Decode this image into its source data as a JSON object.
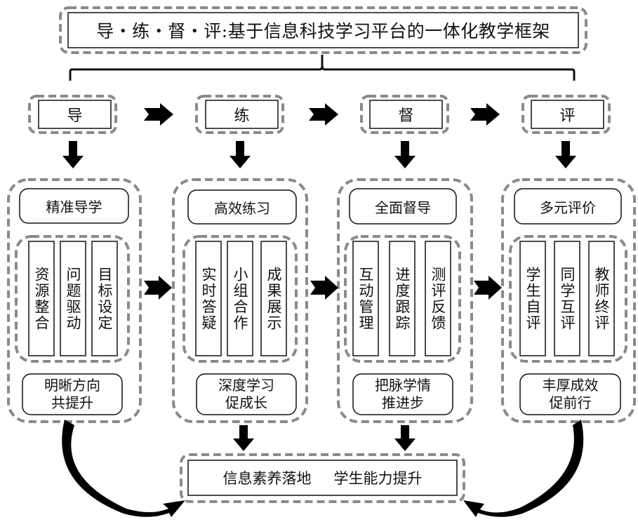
{
  "title": "导・练・督・评:基于信息科技学习平台的一体化教学框架",
  "stages": [
    {
      "label": "导",
      "heading": "精准导学",
      "items": [
        "资源整合",
        "问题驱动",
        "目标设定"
      ],
      "outcome_line1": "明晰方向",
      "outcome_line2": "共提升"
    },
    {
      "label": "练",
      "heading": "高效练习",
      "items": [
        "实时答疑",
        "小组合作",
        "成果展示"
      ],
      "outcome_line1": "深度学习",
      "outcome_line2": "促成长"
    },
    {
      "label": "督",
      "heading": "全面督导",
      "items": [
        "互动管理",
        "进度跟踪",
        "测评反馈"
      ],
      "outcome_line1": "把脉学情",
      "outcome_line2": "推进步"
    },
    {
      "label": "评",
      "heading": "多元评价",
      "items": [
        "学生自评",
        "同学互评",
        "教师终评"
      ],
      "outcome_line1": "丰厚成效",
      "outcome_line2": "促前行"
    }
  ],
  "result": {
    "left": "信息素养落地",
    "right": "学生能力提升"
  },
  "colors": {
    "dash": "#8a8a8a",
    "line": "#111111",
    "arrow": "#000000"
  }
}
